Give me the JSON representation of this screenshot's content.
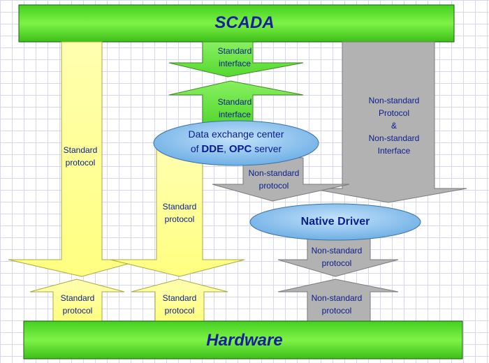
{
  "top_bar": {
    "label": "SCADA"
  },
  "bottom_bar": {
    "label": "Hardware"
  },
  "center_ellipse": {
    "line1": "Data exchange center",
    "line2_prefix": "of ",
    "line2_dde": "DDE",
    "line2_sep": ", ",
    "line2_opc": "OPC",
    "line2_suffix": " server"
  },
  "native_driver": {
    "label": "Native Driver"
  },
  "arrows": {
    "left_down": [
      "Standard",
      "protocol"
    ],
    "mid_down": [
      "Standard",
      "protocol"
    ],
    "iface_down": [
      "Standard",
      "interface"
    ],
    "iface_up": [
      "Standard",
      "interface"
    ],
    "right_down": [
      "Non-standard",
      "Protocol",
      "&",
      "Non-standard",
      "Interface"
    ],
    "ns_from_center": [
      "Non-standard",
      "protocol"
    ],
    "ns_from_driver": [
      "Non-standard",
      "protocol"
    ],
    "up_left": [
      "Standard",
      "protocol"
    ],
    "up_mid": [
      "Standard",
      "protocol"
    ],
    "up_right": [
      "Non-standard",
      "protocol"
    ]
  },
  "colors": {
    "yellow": "#ffff99",
    "green": "#66ee33",
    "gray": "#b2b2b2",
    "ellipse": "#8ec4ee",
    "text": "#0b1d8c"
  }
}
